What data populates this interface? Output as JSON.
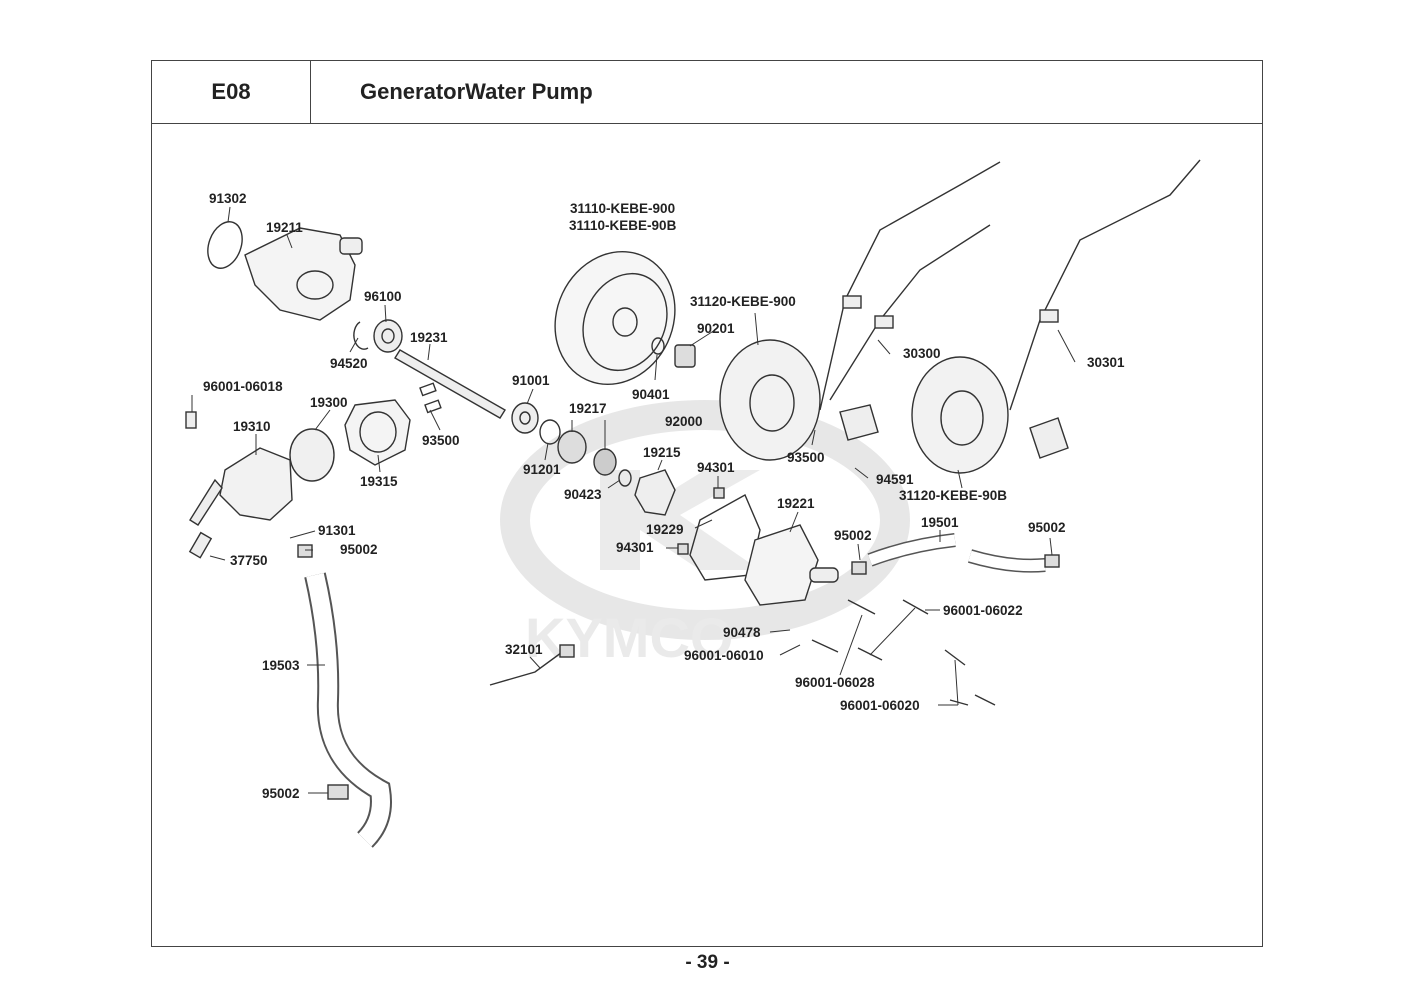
{
  "section_code": "E08",
  "section_title": "GeneratorWater Pump",
  "watermark": "KYMCO",
  "page_number": "- 39 -",
  "parts": [
    {
      "id": "p91302",
      "label": "91302"
    },
    {
      "id": "p19211",
      "label": "19211"
    },
    {
      "id": "p96100",
      "label": "96100"
    },
    {
      "id": "p94520",
      "label": "94520"
    },
    {
      "id": "p19231",
      "label": "19231"
    },
    {
      "id": "p96001_06018",
      "label": "96001-06018"
    },
    {
      "id": "p19300",
      "label": "19300"
    },
    {
      "id": "p19310",
      "label": "19310"
    },
    {
      "id": "p93500a",
      "label": "93500"
    },
    {
      "id": "p19315",
      "label": "19315"
    },
    {
      "id": "p91001",
      "label": "91001"
    },
    {
      "id": "p19217",
      "label": "19217"
    },
    {
      "id": "p91201",
      "label": "91201"
    },
    {
      "id": "p90423",
      "label": "90423"
    },
    {
      "id": "p19215",
      "label": "19215"
    },
    {
      "id": "p31110a",
      "label": "31110-KEBE-900"
    },
    {
      "id": "p31110b",
      "label": "31110-KEBE-90B"
    },
    {
      "id": "p31120a",
      "label": "31120-KEBE-900"
    },
    {
      "id": "p90201",
      "label": "90201"
    },
    {
      "id": "p90401",
      "label": "90401"
    },
    {
      "id": "p92000",
      "label": "92000"
    },
    {
      "id": "p30300",
      "label": "30300"
    },
    {
      "id": "p30301",
      "label": "30301"
    },
    {
      "id": "p93500b",
      "label": "93500"
    },
    {
      "id": "p94591",
      "label": "94591"
    },
    {
      "id": "p31120b",
      "label": "31120-KEBE-90B"
    },
    {
      "id": "p94301a",
      "label": "94301"
    },
    {
      "id": "p19229",
      "label": "19229"
    },
    {
      "id": "p94301b",
      "label": "94301"
    },
    {
      "id": "p19221",
      "label": "19221"
    },
    {
      "id": "p95002a",
      "label": "95002"
    },
    {
      "id": "p19501",
      "label": "19501"
    },
    {
      "id": "p95002b",
      "label": "95002"
    },
    {
      "id": "p91301",
      "label": "91301"
    },
    {
      "id": "p95002c",
      "label": "95002"
    },
    {
      "id": "p37750",
      "label": "37750"
    },
    {
      "id": "p19503",
      "label": "19503"
    },
    {
      "id": "p95002d",
      "label": "95002"
    },
    {
      "id": "p32101",
      "label": "32101"
    },
    {
      "id": "p90478",
      "label": "90478"
    },
    {
      "id": "p96001_06010",
      "label": "96001-06010"
    },
    {
      "id": "p96001_06022",
      "label": "96001-06022"
    },
    {
      "id": "p96001_06028",
      "label": "96001-06028"
    },
    {
      "id": "p96001_06020",
      "label": "96001-06020"
    }
  ]
}
